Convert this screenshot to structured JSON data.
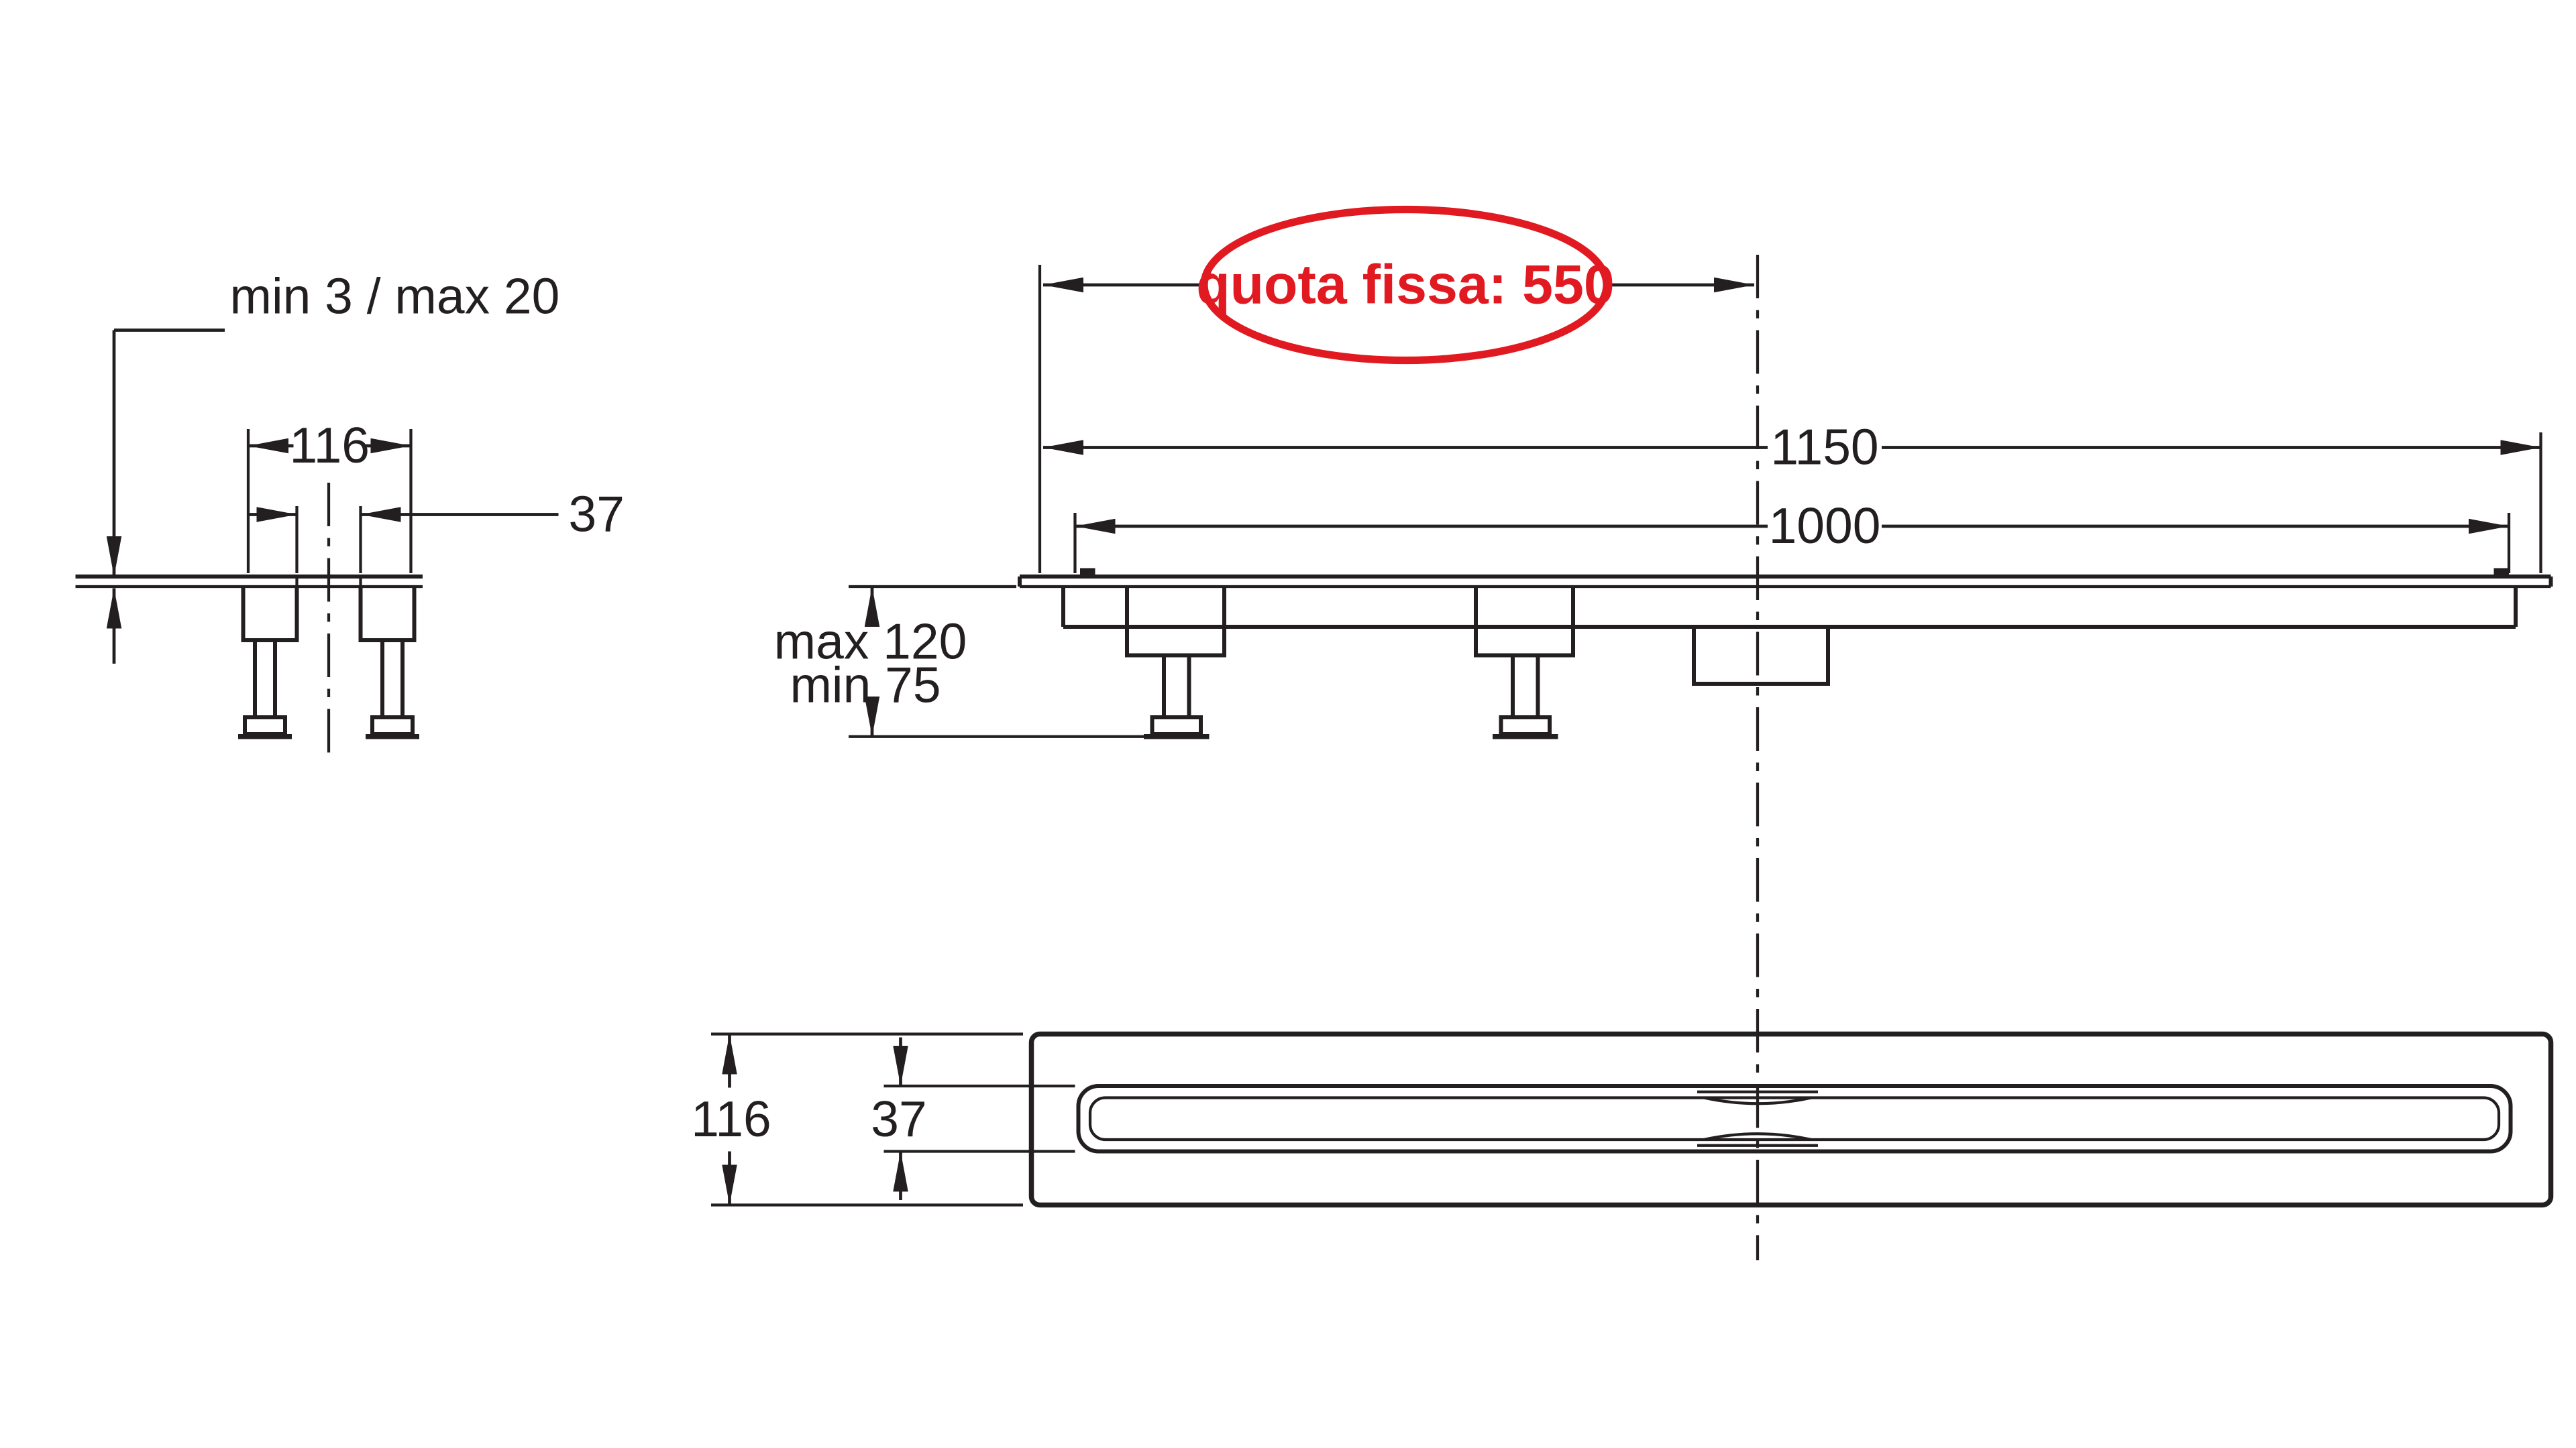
{
  "title": "Linear shower drain installation drawing",
  "colors": {
    "line": "#231f20",
    "accent": "#e11a22",
    "background": "#ffffff"
  },
  "section_view": {
    "edge_gap_label": "min 3 / max 20",
    "width_label": "116",
    "slot_label": "37"
  },
  "elevation_view": {
    "fixed_dim_label": "quota fissa: 550",
    "overall_length_label": "1150",
    "inner_length_label": "1000",
    "height_max_label": "max 120",
    "height_min_label": "min 75"
  },
  "plan_view": {
    "width_label": "116",
    "slot_label": "37"
  }
}
